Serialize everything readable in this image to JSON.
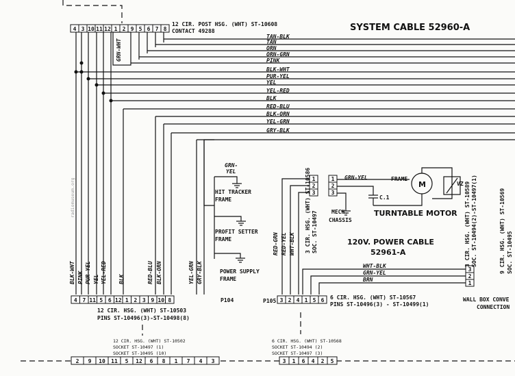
{
  "system_cable": {
    "title": "SYSTEM CABLE 52960-A"
  },
  "top_connector": {
    "pins": [
      "4",
      "3",
      "10",
      "11",
      "12",
      "1",
      "2",
      "9",
      "5",
      "6",
      "7",
      "8"
    ],
    "desc_line1": "12 CIR. POST HSG. (WHT) ST-10608",
    "desc_line2": "CONTACT 49288",
    "side_label": "GRN-WHT"
  },
  "bus_wires": [
    "TAN-BLK",
    "TAN",
    "ORN",
    "ORN-GRN",
    "PINK",
    "BLK-WHT",
    "PUR-YEL",
    "YEL",
    "YEL-RED",
    "BLK",
    "RED-BLU",
    "BLK-ORN",
    "YEL-GRN",
    "GRY-BLK"
  ],
  "p104": {
    "pins": [
      "4",
      "7",
      "11",
      "5",
      "6",
      "12",
      "1",
      "2",
      "3",
      "9",
      "10",
      "8"
    ],
    "id": "P104",
    "desc_line1": "12 CIR. HSG. (WHT) ST-10503",
    "desc_line2": "PINS ST-10496(3)-ST-10498(8)",
    "wire_labels": [
      "BLK-WHT",
      "PINK",
      "PUR-YEL",
      "YEL",
      "YEL-RED",
      "BLK",
      "RED-BLU",
      "BLK-ORN",
      "YEL-GRN",
      "GRY-BLK"
    ]
  },
  "bottom_left": {
    "desc_line1": "12 CIR. HSG. (WHT) ST-10502",
    "desc_line2": "SOCKET ST-10497 (1)",
    "desc_line3": "SOCKET ST-10495 (10)",
    "pins": [
      "2",
      "9",
      "10",
      "11",
      "5",
      "12",
      "6",
      "8",
      "1",
      "7",
      "4",
      "3"
    ]
  },
  "frames": {
    "grn_yel_1": "GRN-",
    "grn_yel_2": "YEL",
    "hit_tracker_1": "HIT TRACKER",
    "hit_tracker_2": "FRAME",
    "profit_setter_1": "PROFIT SETTER",
    "profit_setter_2": "FRAME",
    "power_supply_1": "POWER SUPPLY",
    "power_supply_2": "FRAME"
  },
  "p105": {
    "id": "P105",
    "pins": [
      "3",
      "2",
      "4",
      "1",
      "5",
      "6"
    ],
    "desc_line1": "6 CIR. HSG. (WHT) ST-10567",
    "desc_line2": "PINS ST-10496(3) - ST-10499(1)",
    "wire_labels": [
      "RED-GRN",
      "RED-YEL",
      "WHT-BLK"
    ]
  },
  "bottom_mid": {
    "desc_line1": "6 CIR. HSG. (WHT) ST-10568",
    "desc_line2": "SOCKET ST-10494 (2)",
    "desc_line3": "SOCKET ST-10497 (3)",
    "pins": [
      "3",
      "1",
      "6",
      "4",
      "2",
      "5"
    ]
  },
  "motor_block": {
    "conn_pins": [
      "1",
      "2",
      "3"
    ],
    "conn_desc_1": "3 CIR. HSG. (WHT) ST-10586",
    "conn_desc_2": "SOC. ST-10497",
    "grn_yel": "GRN-YEL",
    "frame": "FRAME",
    "motor_letter": "M",
    "vz": "VZ",
    "cap": "C.1",
    "mech_chassis_1": "MECH.",
    "mech_chassis_2": "CHASSIS",
    "turntable_motor": "TURNTABLE MOTOR"
  },
  "power_cable": {
    "title_1": "120V. POWER CABLE",
    "title_2": "52961-A",
    "wires": [
      "WHT-BLK",
      "GRN-YEL",
      "BRN"
    ],
    "conn_pins": [
      "3",
      "2",
      "1"
    ],
    "conn_desc_1": "3 CIR. HSG. (WHT) ST-10589",
    "conn_desc_2": "SOC. ST-10494(2)-ST-10497(1)",
    "wall_box_1": "WALL BOX CONVE",
    "wall_box_2": "CONNECTION",
    "right_edge_1": "9 CIR. HSG. (WHT) ST-10569",
    "right_edge_2": "SOC. ST-10495"
  },
  "side_watermark": "radiomuseum.org"
}
